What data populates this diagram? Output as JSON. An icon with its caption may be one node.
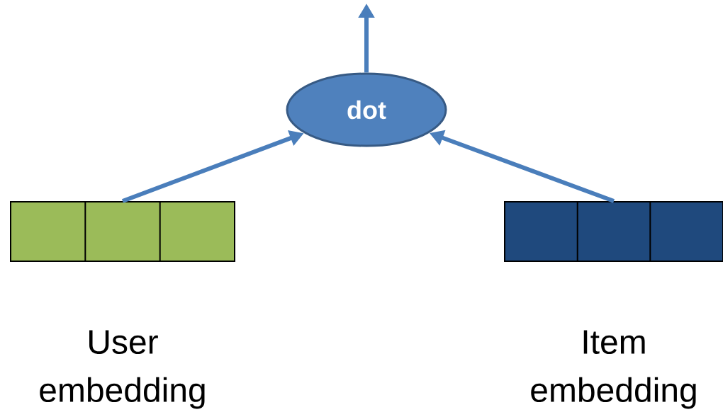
{
  "diagram": {
    "nodes": [
      {
        "text": [
          "dot"
        ]
      },
      {
        "text": [],
        "shape": "bar",
        "beside": [
          "User embedding"
        ]
      },
      {
        "text": [],
        "shape": "bar",
        "beside": [
          "Item embedding"
        ]
      }
    ],
    "edges": [
      {
        "from": 1,
        "to": 0,
        "arrow": "to"
      },
      {
        "from": 2,
        "to": 0,
        "arrow": "to"
      },
      {
        "from": 0,
        "to": null,
        "arrow": "to"
      }
    ]
  }
}
